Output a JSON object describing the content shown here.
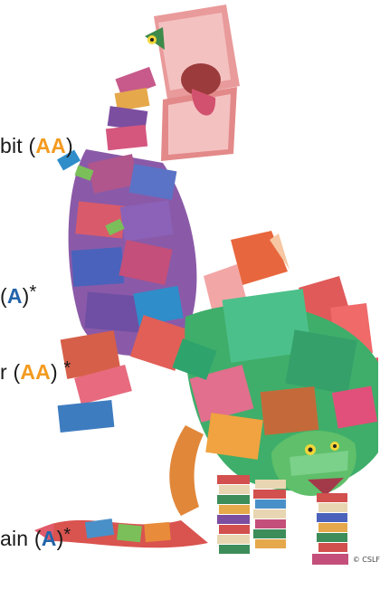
{
  "labels": [
    {
      "text": "bit",
      "code": "AA",
      "suffix": ""
    },
    {
      "text": "",
      "code": "A",
      "suffix": "*"
    },
    {
      "text": "r",
      "code": "AA",
      "suffix": "*"
    },
    {
      "text": "ain",
      "code": "A",
      "suffix": "*"
    }
  ],
  "credit": "© CSLF",
  "colors": {
    "aa_code": "#f39a1e",
    "a_code": "#2364a9",
    "text": "#1a1a1a"
  }
}
